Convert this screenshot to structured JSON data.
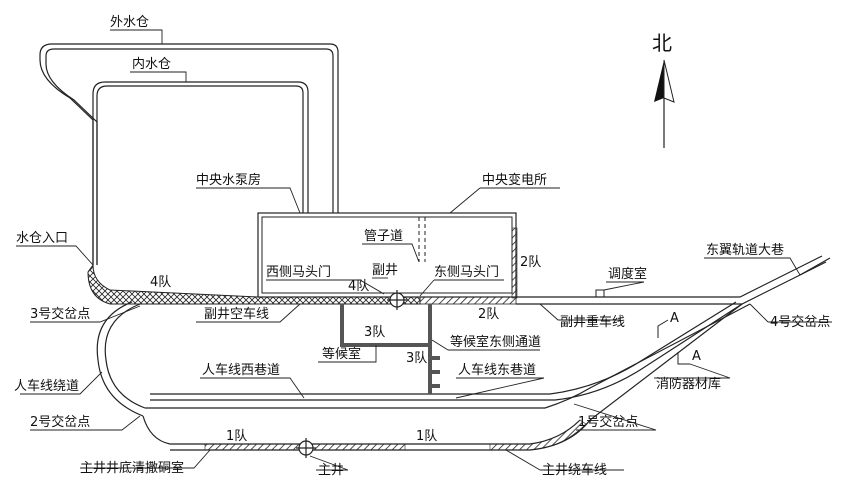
{
  "diagram": {
    "compass_label": "北",
    "labels": {
      "outer_sump": "外水仓",
      "inner_sump": "内水仓",
      "central_pump_room": "中央水泵房",
      "central_substation": "中央变电所",
      "pipe_passage": "管子道",
      "sump_entrance": "水仓入口",
      "west_horseshoe_door": "西侧马头门",
      "east_horseshoe_door": "东侧马头门",
      "auxiliary_shaft": "副井",
      "east_wing_track_roadway": "东翼轨道大巷",
      "dispatch_room": "调度室",
      "junction_3": "3号交岔点",
      "aux_shaft_empty_line": "副井空车线",
      "aux_shaft_loaded_line": "副井重车线",
      "junction_4": "4号交岔点",
      "waiting_room_east_passage": "等候室东侧通道",
      "waiting_room": "等候室",
      "manway_west_roadway": "人车线西巷道",
      "manway_east_roadway": "人车线东巷道",
      "fire_equipment_store": "消防器材库",
      "manway_bypass": "人车线绕道",
      "junction_2": "2号交岔点",
      "junction_1": "1号交岔点",
      "main_shaft_sump_cleaning_chamber": "主井井底清撒硐室",
      "main_shaft": "主井",
      "main_shaft_bypass": "主井绕车线",
      "section_mark_upper": "A",
      "section_mark_lower": "A"
    },
    "teams": {
      "team4": "4队",
      "team4b": "4队",
      "team2_upper": "2队",
      "team2_lower": "2队",
      "team3_left": "3队",
      "team3_right": "3队",
      "team1_left": "1队",
      "team1_right": "1队"
    }
  }
}
